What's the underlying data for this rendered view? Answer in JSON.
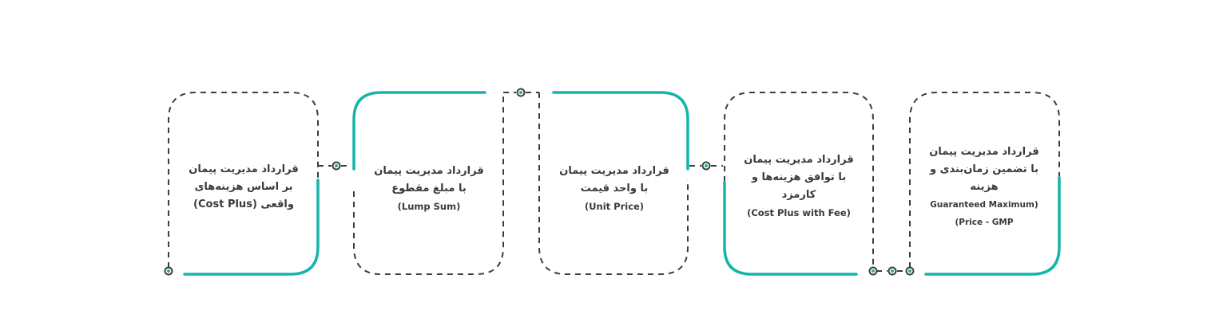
{
  "colors": {
    "accent": "#13b5ab",
    "dash": "#3d3d3d",
    "text": "#3a3a3a"
  },
  "boxes": [
    {
      "lines": [
        "قرارداد مدیریت پیمان",
        "بر اساس هزینه‌های",
        "واقعی (Cost Plus)"
      ],
      "en": ""
    },
    {
      "lines": [
        "قرارداد مدیریت پیمان",
        "با مبلغ مقطوع"
      ],
      "en": "(Lump Sum)"
    },
    {
      "lines": [
        "قرارداد مدیریت پیمان",
        "با واحد قیمت"
      ],
      "en": "(Unit Price)"
    },
    {
      "lines": [
        "قرارداد مدیریت پیمان",
        "با توافق هزینه‌ها و",
        "کارمزد"
      ],
      "en": "(Cost Plus with Fee)"
    },
    {
      "lines": [
        "قرارداد مدیریت پیمان",
        "با تضمین زمان‌بندی و",
        "هزینه"
      ],
      "en": "Guaranteed  Maximum)",
      "en2": "(Price - GMP"
    }
  ]
}
